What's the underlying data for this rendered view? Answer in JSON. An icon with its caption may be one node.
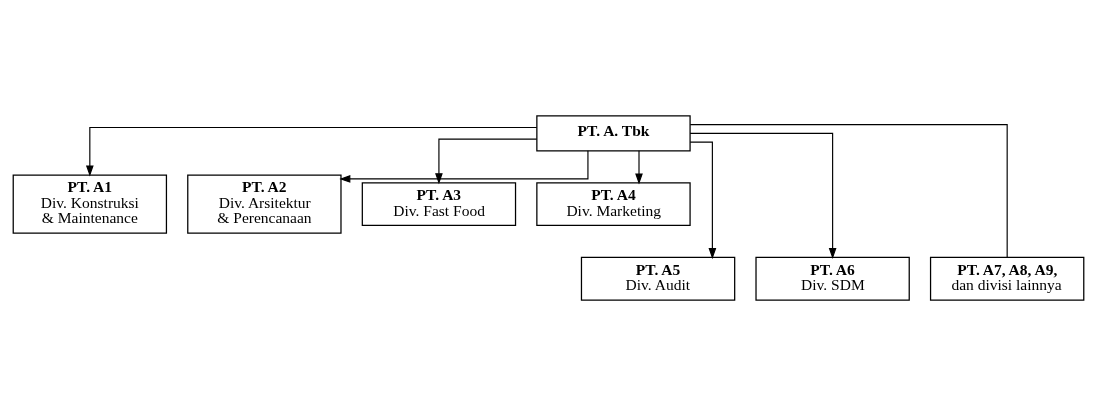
{
  "diagram": {
    "nodes": [
      {
        "text": [
          "PT. A. Tbk"
        ]
      },
      {
        "text": [
          "PT. A1",
          "Div. Konstruksi & Maintenance"
        ]
      },
      {
        "text": [
          "PT. A2",
          "Div. Arsitektur & Perencanaan"
        ]
      },
      {
        "text": [
          "PT. A3",
          "Div. Fast Food"
        ]
      },
      {
        "text": [
          "PT. A4",
          "Div. Marketing"
        ]
      },
      {
        "text": [
          "PT. A5",
          "Div. Audit"
        ]
      },
      {
        "text": [
          "PT. A6",
          "Div. SDM"
        ]
      },
      {
        "text": [
          "PT. A7, A8, A9,",
          "dan divisi lainnya"
        ]
      }
    ],
    "edges": [
      {
        "from": 0,
        "to": 1,
        "arrow": "to"
      },
      {
        "from": 0,
        "to": 5,
        "arrow": "to"
      },
      {
        "from": 0,
        "to": 2,
        "arrow": "to"
      },
      {
        "from": 0,
        "to": 6,
        "arrow": "to"
      },
      {
        "from": 0,
        "to": 3,
        "arrow": "to"
      },
      {
        "from": 0,
        "to": 7,
        "arrow": "none"
      },
      {
        "from": 0,
        "to": 4,
        "arrow": "to"
      }
    ]
  }
}
